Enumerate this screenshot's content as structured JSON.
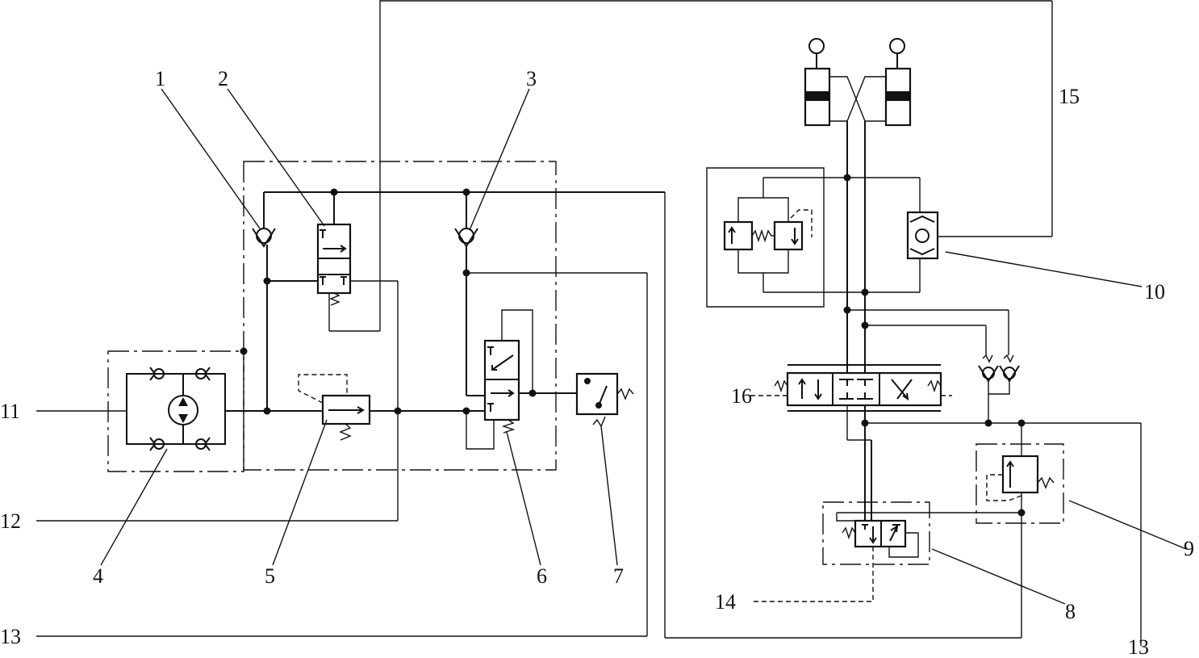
{
  "labels": {
    "l1": "1",
    "l2": "2",
    "l3": "3",
    "l4": "4",
    "l5": "5",
    "l6": "6",
    "l7": "7",
    "l8": "8",
    "l9": "9",
    "l10": "10",
    "l11": "11",
    "l12": "12",
    "l13a": "13",
    "l13b": "13",
    "l14": "14",
    "l15": "15",
    "l16": "16"
  }
}
